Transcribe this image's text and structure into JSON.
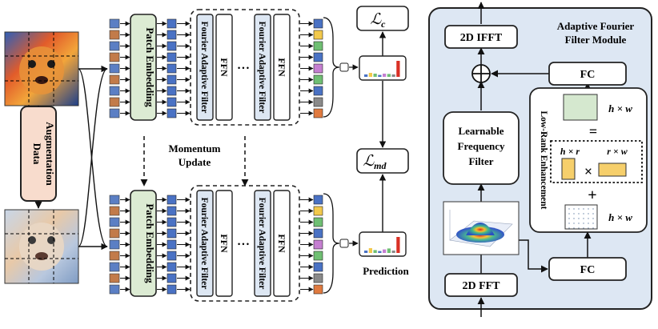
{
  "left": {
    "data_augmentation": [
      "Data",
      "Augmentation"
    ],
    "patch_embedding": "Patch Embedding",
    "fourier_adaptive_filter": "Fourier Adaptive Filter",
    "ffn": "FFN",
    "momentum_update": [
      "Momentum",
      "Update"
    ],
    "loss_c": "ℒ",
    "loss_c_sub": "c",
    "loss_md": "ℒ",
    "loss_md_sub": "md",
    "prediction": "Prediction",
    "ellipsis": "• • •"
  },
  "right": {
    "title": [
      "Adaptive Fourier",
      "Filter Module"
    ],
    "ifft": "2D IFFT",
    "fft": "2D FFT",
    "fc_top": "FC",
    "fc_bottom": "FC",
    "learnable": [
      "Learnable",
      "Frequency",
      "Filter"
    ],
    "low_rank": "Low-Rank Enhancement",
    "h_w_top": "h × w",
    "equals": "=",
    "h_r": "h × r",
    "r_w": "r × w",
    "times": "×",
    "plus": "+",
    "h_w_bottom": "h × w",
    "add_symbol": "⊕"
  },
  "colors": {
    "token_palette": [
      "#4a72c4",
      "#f2c94c",
      "#6fbf73",
      "#4a72c4",
      "#c57fd1",
      "#6fbf73",
      "#4a72c4",
      "#8a8a8a",
      "#e07a3f"
    ],
    "patch_embed_fill": "#dcebd3",
    "aug_fill": "#f8dccd",
    "module_fill": "#dde7f3",
    "low_rank_green": "#d5e8cf",
    "low_rank_yellow": "#f6cf6b"
  },
  "chart_data": [
    {
      "type": "bar",
      "values": [
        0.15,
        0.25,
        0.2,
        0.12,
        0.2,
        0.18,
        0.15,
        1.0
      ],
      "colors": [
        "#4a72c4",
        "#f2c94c",
        "#6fbf73",
        "#4a72c4",
        "#c57fd1",
        "#6fbf73",
        "#8a8a8a",
        "#d93025"
      ]
    },
    {
      "type": "bar",
      "values": [
        0.15,
        0.3,
        0.18,
        0.12,
        0.22,
        0.28,
        0.15,
        1.0
      ],
      "colors": [
        "#4a72c4",
        "#f2c94c",
        "#6fbf73",
        "#4a72c4",
        "#c57fd1",
        "#6fbf73",
        "#8a8a8a",
        "#d93025"
      ]
    }
  ]
}
